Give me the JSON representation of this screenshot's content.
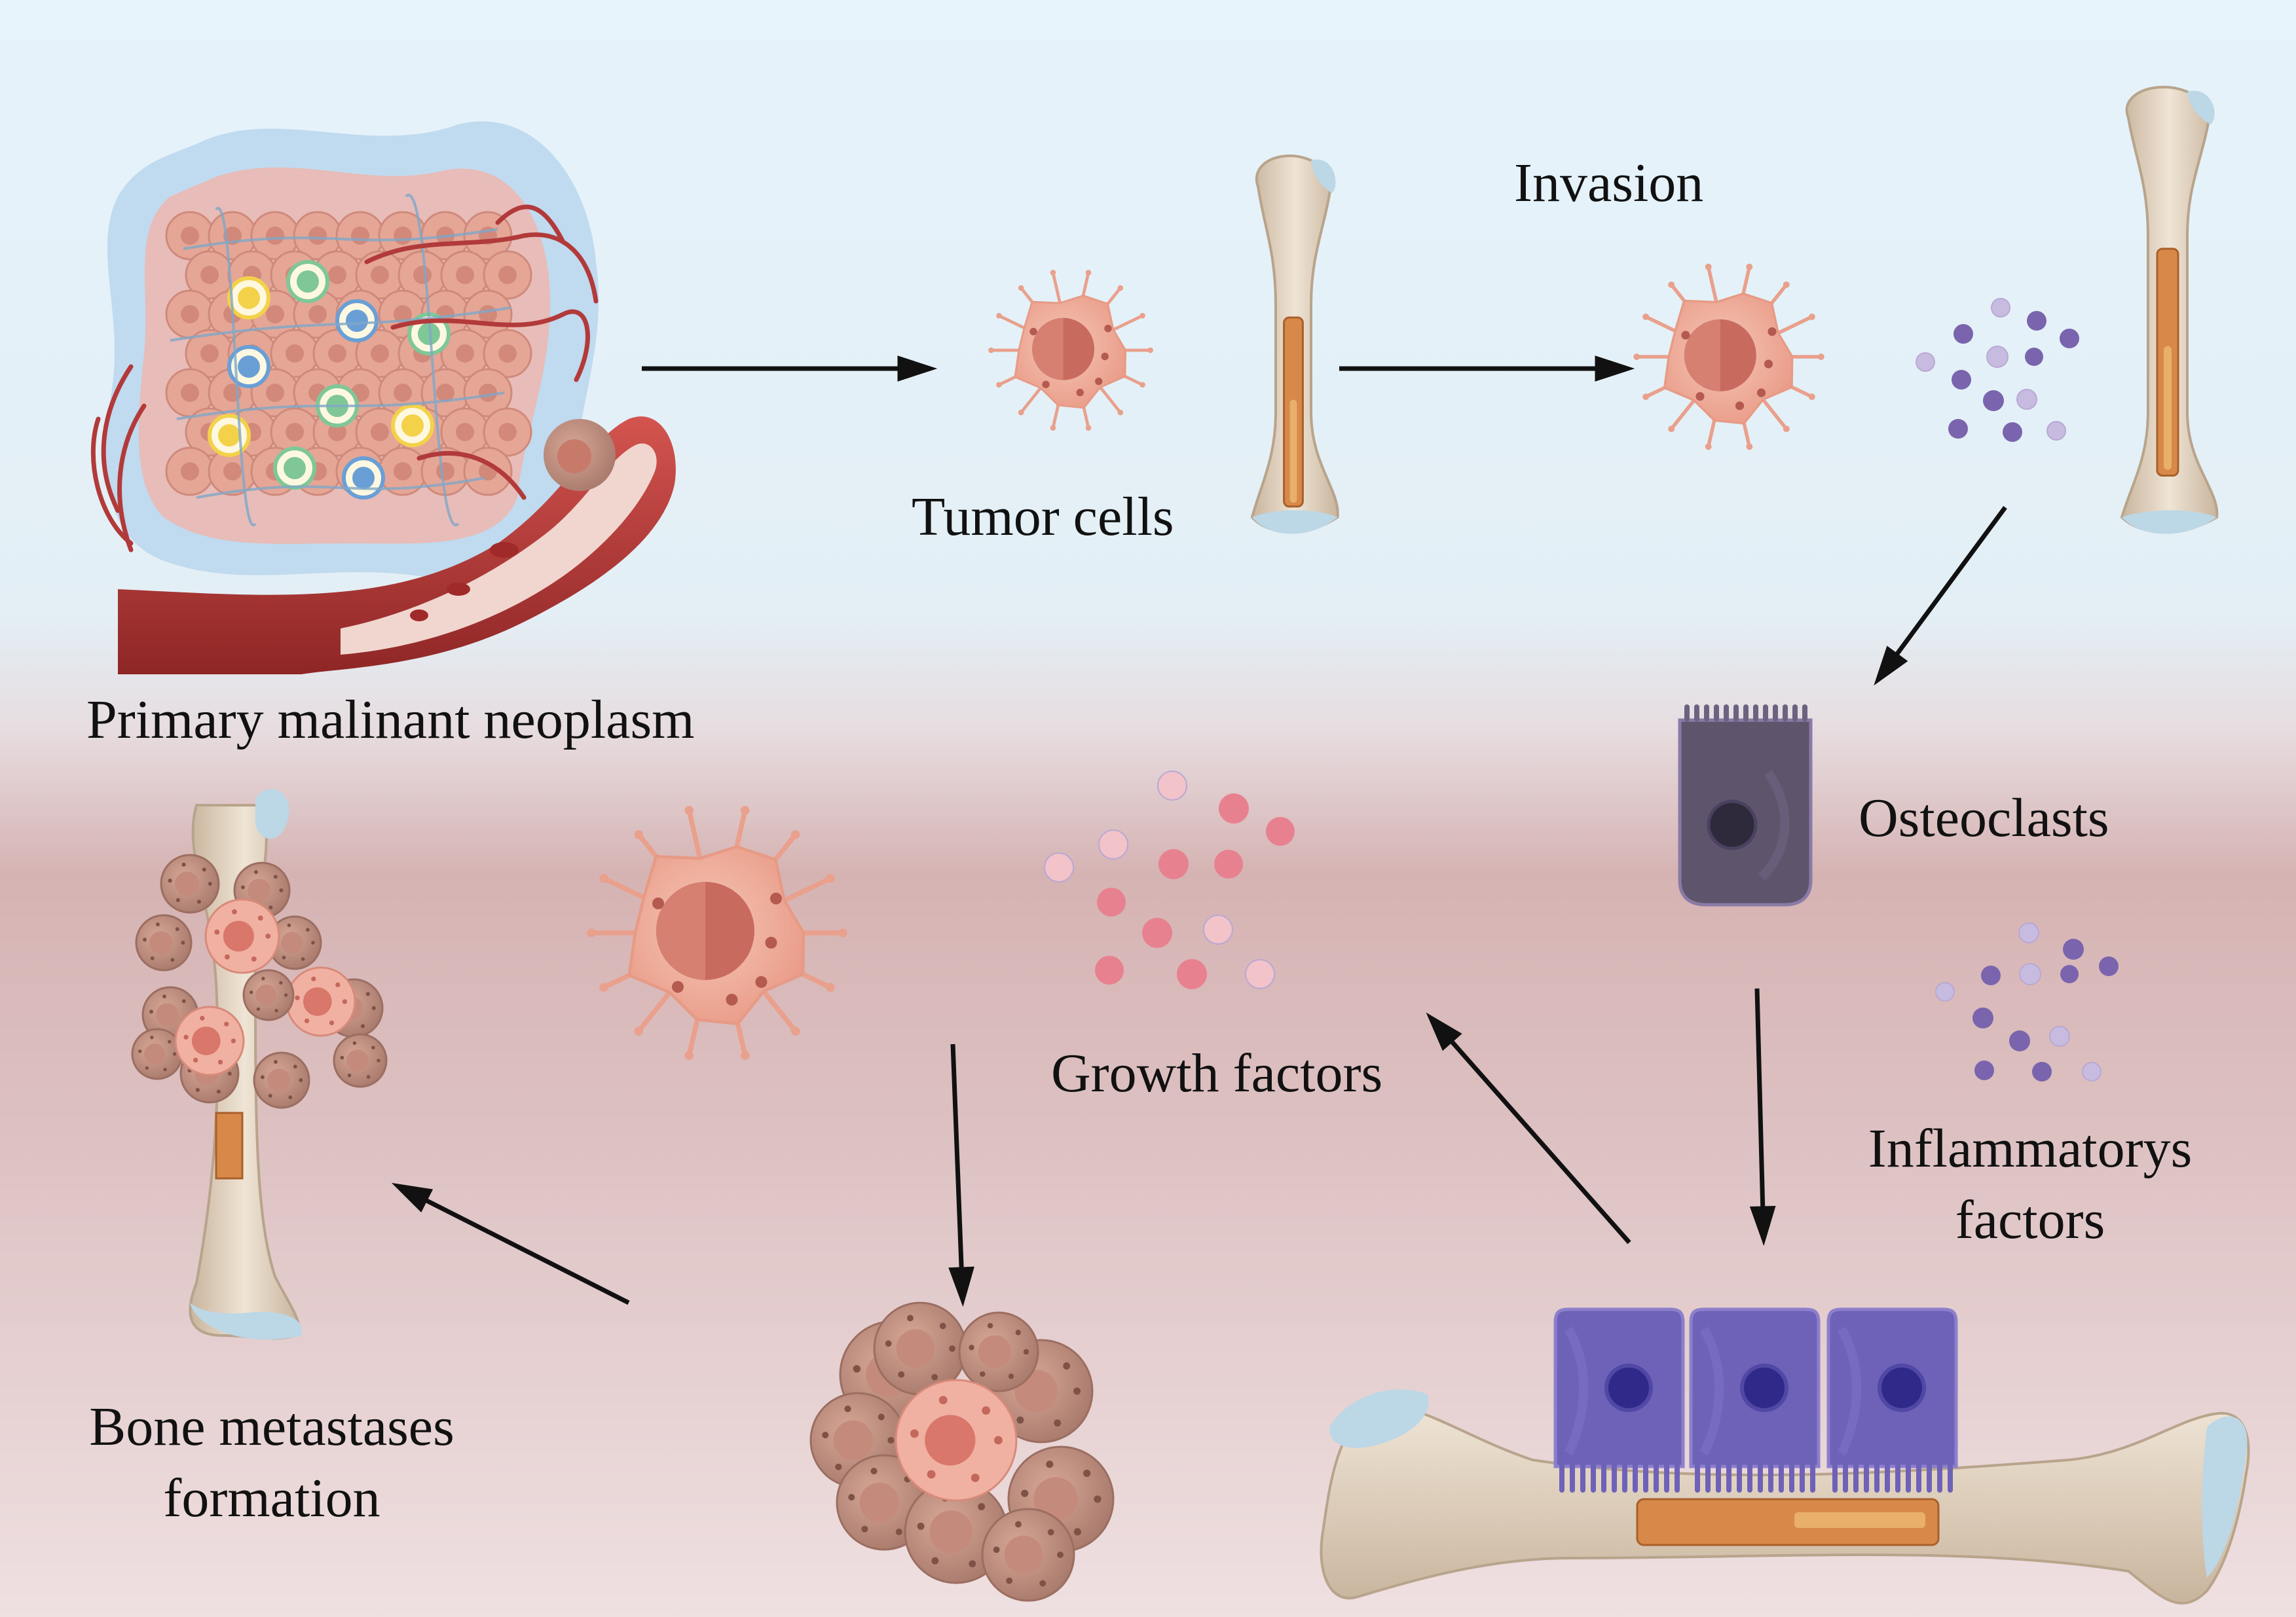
{
  "labels": {
    "primary": "Primary malinant neoplasm",
    "tumor_cells": "Tumor cells",
    "invasion": "Invasion",
    "osteoclasts": "Osteoclasts",
    "growth_factors": "Growth factors",
    "inflammatory_line1": "Inflammatorys",
    "inflammatory_line2": "factors",
    "bone_meta_line1": "Bone metastases",
    "bone_meta_line2": "formation"
  },
  "colors": {
    "background_top": "#e6f3fb",
    "background_bottom": "#d6b3b3",
    "tumor_cell": "#eeaa98",
    "tumor_nucleus": "#c96a5e",
    "bone": "#e9dccb",
    "bone_marrow": "#d8894a",
    "cartilage": "#bcd7e6",
    "vessel": "#b23a3a",
    "osteoclast": "#5e546c",
    "osteoblast": "#6e62b8",
    "growth_factor": "#e8818f",
    "inflammatory_factor": "#7a64ad",
    "arrow": "#111111"
  },
  "icons": [
    "tumor-mass-icon",
    "blood-vessel-icon",
    "tumor-cell-icon",
    "bone-icon",
    "osteoclast-icon",
    "osteoblast-icon",
    "growth-factor-dots",
    "inflammatory-factor-dots",
    "tumor-cluster-icon"
  ]
}
